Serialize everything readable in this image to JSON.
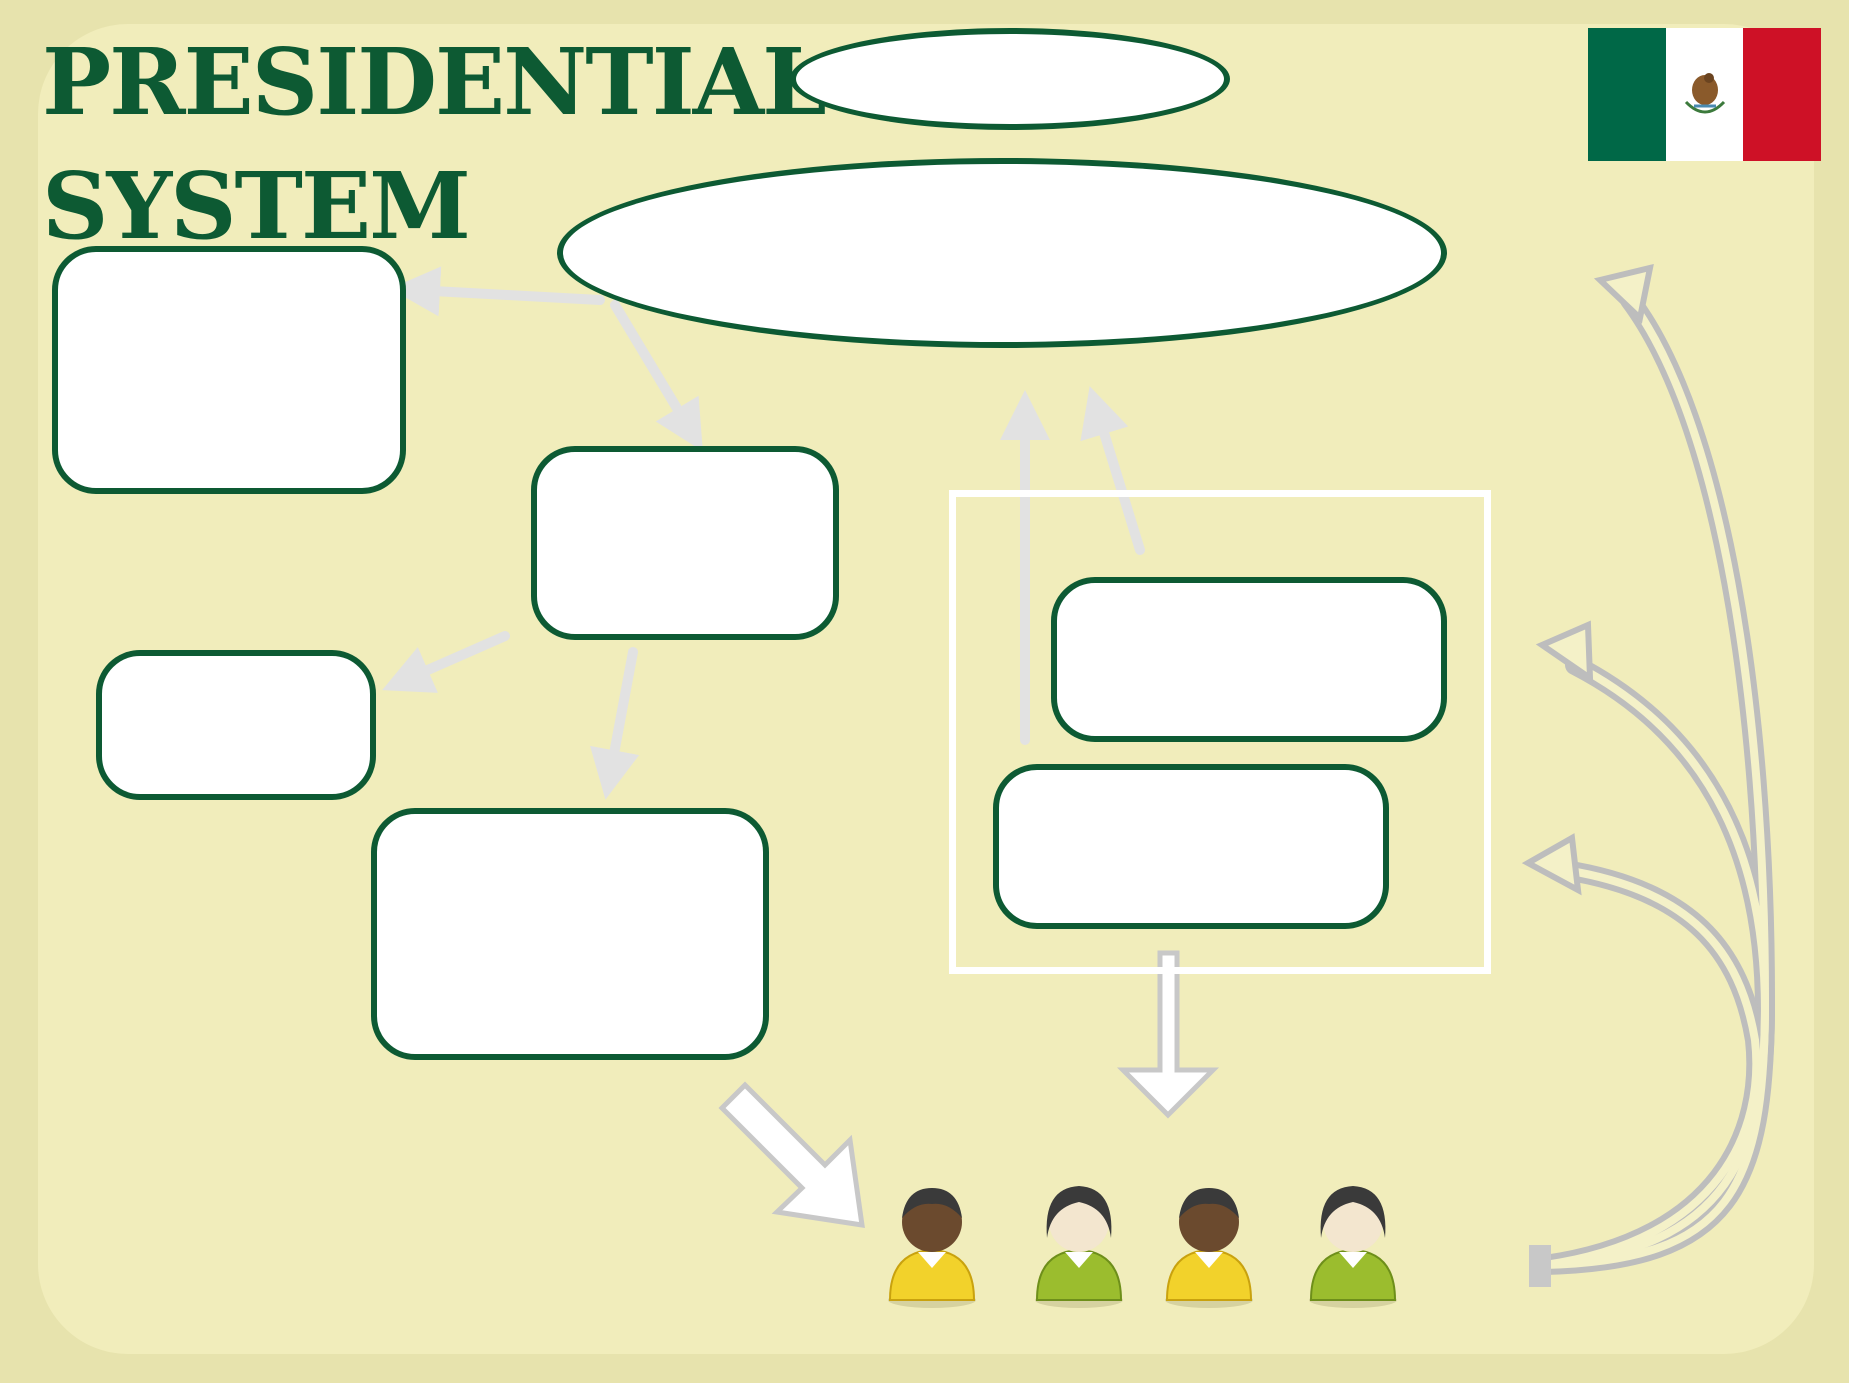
{
  "title": "PRESIDENTIAL\nSYSTEM",
  "flag": {
    "name": "Mexico",
    "stripes": [
      "#006847",
      "#ffffff",
      "#ce1126"
    ]
  },
  "colors": {
    "accent_green": "#0d5a33",
    "background": "#f1edbb",
    "arrow": "#e2e2e2"
  },
  "boxes": {
    "top_oval": "",
    "big_oval": "",
    "left_top": "",
    "center": "",
    "left_small": "",
    "bottom_center": "",
    "right_upper": "",
    "right_lower": ""
  },
  "people": [
    {
      "skin": "dark",
      "shirt": "yellow"
    },
    {
      "skin": "light",
      "shirt": "green"
    },
    {
      "skin": "dark",
      "shirt": "yellow"
    },
    {
      "skin": "light",
      "shirt": "green"
    }
  ]
}
